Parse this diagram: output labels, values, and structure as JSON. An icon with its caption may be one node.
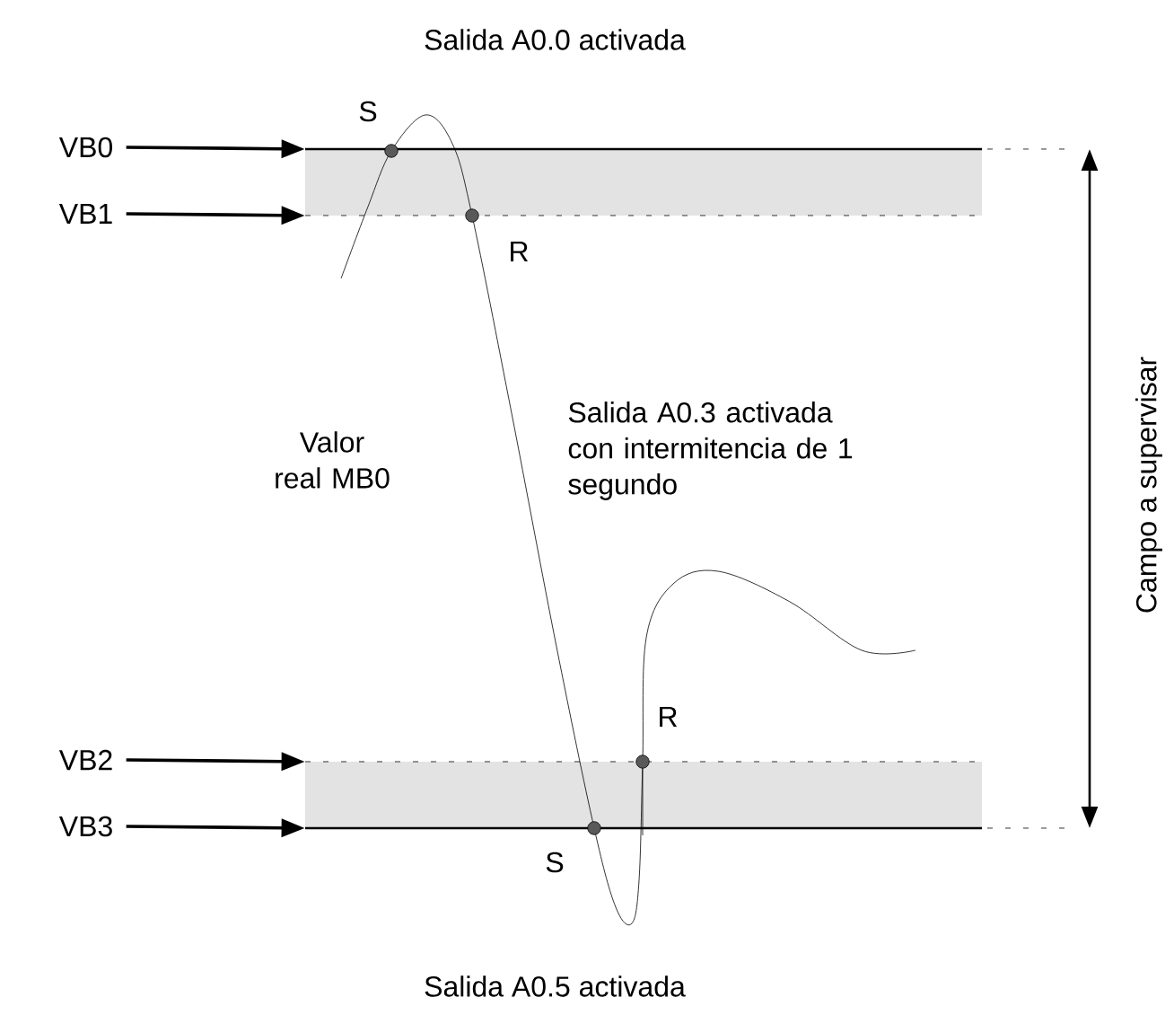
{
  "diagram": {
    "nodes": [
      {
        "text": [
          "VB0"
        ]
      },
      {
        "text": [
          "VB1"
        ]
      },
      {
        "text": [
          "VB2"
        ]
      },
      {
        "text": [
          "VB3"
        ]
      },
      {
        "text": [],
        "shape": "bar"
      },
      {
        "text": [],
        "shape": "bar"
      }
    ],
    "edges": [
      {
        "from": 0,
        "to": 4,
        "arrow": "to"
      },
      {
        "from": 1,
        "to": 4,
        "arrow": "to"
      },
      {
        "from": 2,
        "to": 5,
        "arrow": "to"
      },
      {
        "from": 3,
        "to": 5,
        "arrow": "to"
      }
    ],
    "labels": [
      "Salida A0.0 activada",
      "S",
      "R",
      "Campo a supervisar",
      "Valor real MB0",
      "Salida A0.3 activada con intermitencia de 1 segundo",
      "R",
      "S",
      "Salida A0.5 activada"
    ]
  }
}
